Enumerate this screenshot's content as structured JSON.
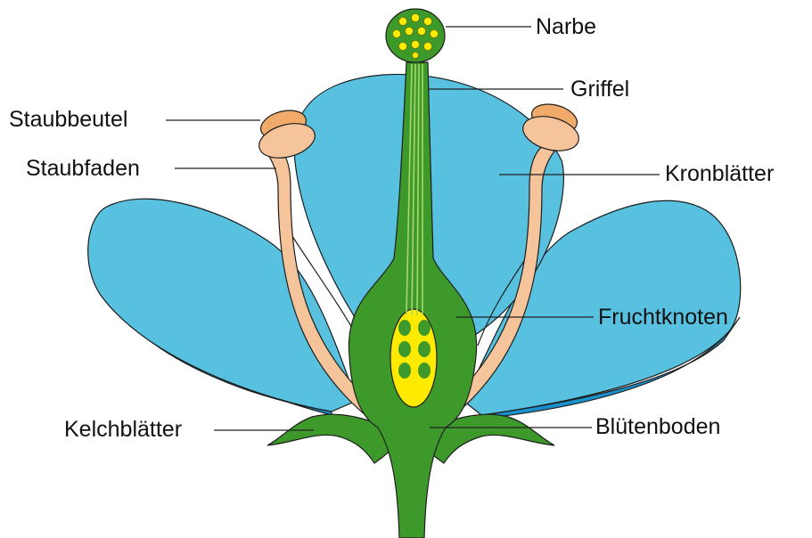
{
  "labels": {
    "narbe": "Narbe",
    "griffel": "Griffel",
    "kronblaetter": "Kronblätter",
    "fruchtknoten": "Fruchtknoten",
    "bluetenboden": "Blütenboden",
    "staubbeutel": "Staubbeutel",
    "staubfaden": "Staubfaden",
    "kelchblaetter": "Kelchblätter"
  },
  "colors": {
    "petal": "#57c1df",
    "petal_underside": "#1a8fc9",
    "green": "#3d9a2a",
    "light_green": "#a8d66a",
    "ovary_yellow": "#ffea00",
    "anther": "#f2aa6a",
    "filament": "#f6c49b"
  }
}
